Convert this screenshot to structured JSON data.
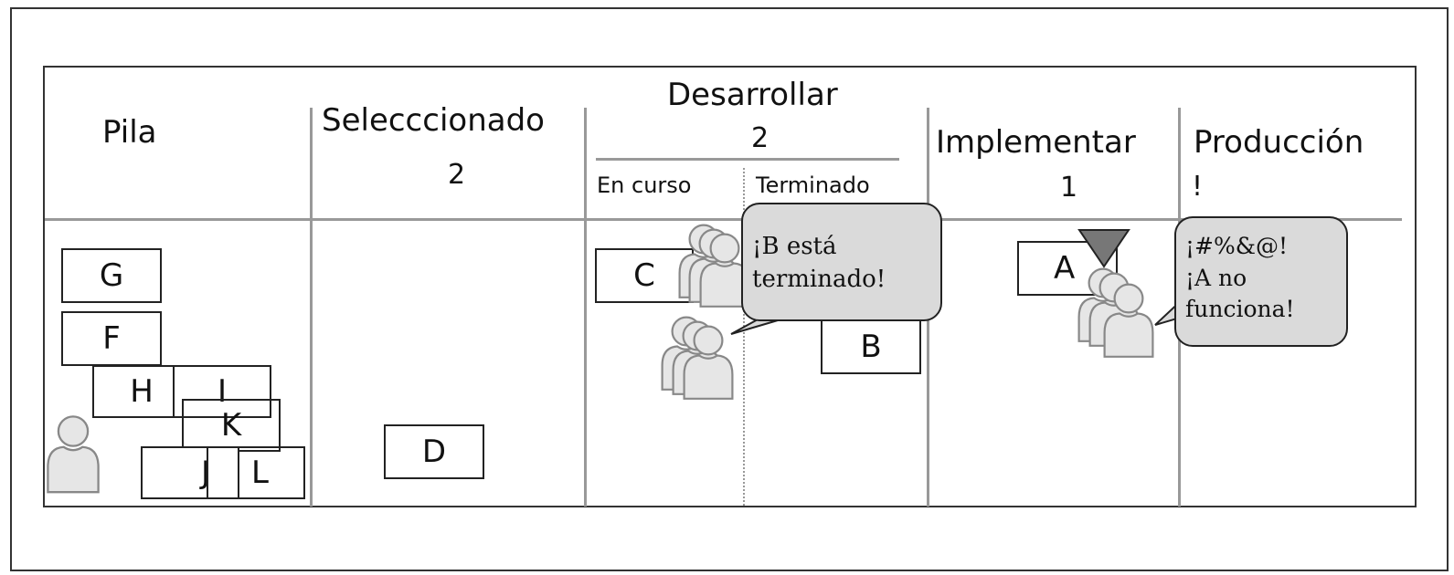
{
  "columns": {
    "pila": "Pila",
    "seleccionado": {
      "title": "Selecccionado",
      "wip": "2"
    },
    "desarrollar": {
      "title": "Desarrollar",
      "wip": "2",
      "en_curso": "En curso",
      "terminado": "Terminado"
    },
    "implementar": {
      "title": "Implementar",
      "wip": "1"
    },
    "produccion": {
      "title": "Producción",
      "mark": "!"
    }
  },
  "cards": {
    "G": "G",
    "F": "F",
    "H": "H",
    "I": "I",
    "K": "K",
    "J": "J",
    "L": "L",
    "D": "D",
    "C": "C",
    "B": "B",
    "A": "A"
  },
  "bubbles": {
    "b_done": {
      "line1": "¡B está",
      "line2": "terminado!"
    },
    "a_broken": {
      "line1": "¡#%&@!",
      "line2": "¡A no",
      "line3": "funciona!"
    }
  },
  "colors": {
    "border": "#333333",
    "divider": "#999999",
    "bubble": "#dadada",
    "person": "#e6e6e6",
    "blocker": "#777777"
  }
}
